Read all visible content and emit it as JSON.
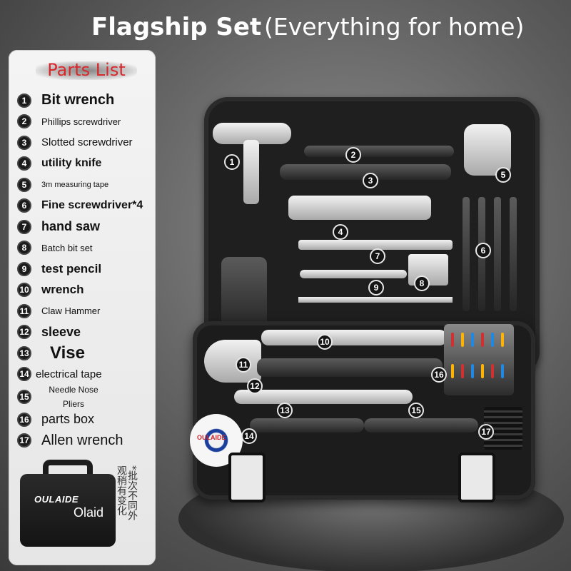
{
  "header": {
    "title": "Flagship Set",
    "subtitle": "(Everything for home)"
  },
  "panel": {
    "title": "Parts List",
    "items": [
      {
        "num": "1",
        "label": "Bit wrench"
      },
      {
        "num": "2",
        "label": "Phillips screwdriver"
      },
      {
        "num": "3",
        "label": "Slotted screwdriver"
      },
      {
        "num": "4",
        "label": "utility knife"
      },
      {
        "num": "5",
        "label": "3m measuring tape"
      },
      {
        "num": "6",
        "label": "Fine screwdriver*4"
      },
      {
        "num": "7",
        "label": "hand saw"
      },
      {
        "num": "8",
        "label": "Batch bit set"
      },
      {
        "num": "9",
        "label": "test pencil"
      },
      {
        "num": "10",
        "label": "wrench"
      },
      {
        "num": "11",
        "label": "Claw Hammer"
      },
      {
        "num": "12",
        "label": "sleeve"
      },
      {
        "num": "13",
        "label": "Vise"
      },
      {
        "num": "14",
        "label": "electrical tape"
      },
      {
        "num": "15",
        "label": "Needle Nose Pliers"
      },
      {
        "num": "16",
        "label": "parts box"
      },
      {
        "num": "17",
        "label": "Allen wrench"
      }
    ]
  },
  "thumbnail": {
    "brand": "OULAIDE",
    "sub": "Olaid"
  },
  "note": {
    "text": "*批次不同外观稍有变化"
  },
  "product": {
    "tape_brand": "OULAIDE",
    "callouts": [
      "1",
      "2",
      "3",
      "4",
      "5",
      "6",
      "7",
      "8",
      "9",
      "10",
      "11",
      "12",
      "13",
      "14",
      "15",
      "16",
      "17"
    ]
  },
  "colors": {
    "accent_red": "#d8282b",
    "case_black": "#1f1f1f",
    "callout_bg": "#141414"
  }
}
